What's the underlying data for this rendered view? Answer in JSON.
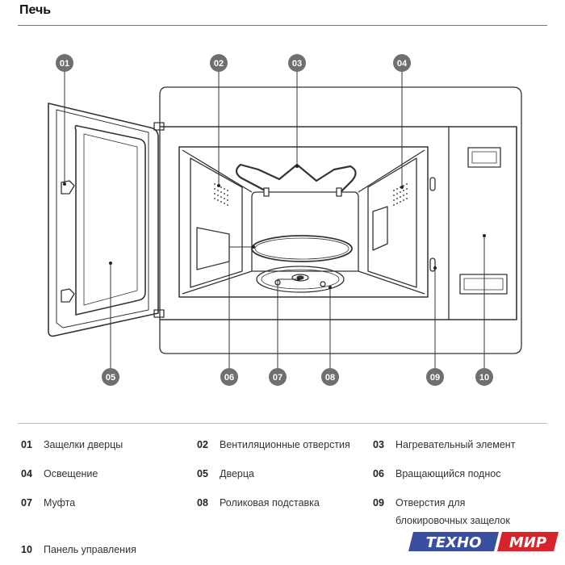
{
  "title": "Печь",
  "callouts": [
    "01",
    "02",
    "03",
    "04",
    "05",
    "06",
    "07",
    "08",
    "09",
    "10"
  ],
  "legend": [
    {
      "num": "01",
      "text": "Защелки дверцы"
    },
    {
      "num": "02",
      "text": "Вентиляционные отверстия"
    },
    {
      "num": "03",
      "text": "Нагревательный элемент"
    },
    {
      "num": "04",
      "text": "Освещение"
    },
    {
      "num": "05",
      "text": "Дверца"
    },
    {
      "num": "06",
      "text": "Вращающийся поднос"
    },
    {
      "num": "07",
      "text": "Муфта"
    },
    {
      "num": "08",
      "text": "Роликовая подставка"
    },
    {
      "num": "09",
      "text": "Отверстия для",
      "text2": "блокировочных защелок"
    },
    {
      "num": "10",
      "text": "Панель управления"
    }
  ],
  "watermark": {
    "part1": "ТЕХНО",
    "part2": "МИР"
  },
  "colors": {
    "callout_fill": "#6f6f6f",
    "line": "#333333",
    "watermark_blue": "#3b4fa0",
    "watermark_red": "#d9232a"
  }
}
